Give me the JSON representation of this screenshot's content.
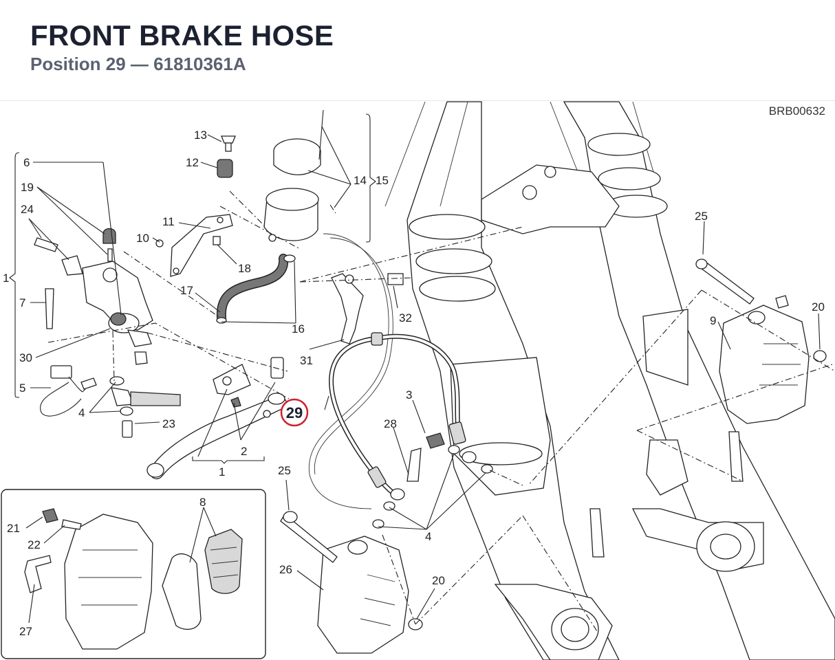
{
  "header": {
    "title": "FRONT BRAKE HOSE",
    "subtitle": "Position 29 — 61810361A"
  },
  "drawing_code": "BRB00632",
  "highlight": {
    "label": "29",
    "color": "#d0202e"
  },
  "callouts": {
    "c1a": "1",
    "c1b": "1",
    "c2": "2",
    "c3": "3",
    "c4a": "4",
    "c4b": "4",
    "c5": "5",
    "c6": "6",
    "c7": "7",
    "c8": "8",
    "c9": "9",
    "c10": "10",
    "c11": "11",
    "c12": "12",
    "c13": "13",
    "c14": "14",
    "c15": "15",
    "c16": "16",
    "c17": "17",
    "c18": "18",
    "c19": "19",
    "c20a": "20",
    "c20b": "20",
    "c21": "21",
    "c22": "22",
    "c23": "23",
    "c24": "24",
    "c25a": "25",
    "c25b": "25",
    "c26": "26",
    "c27": "27",
    "c28": "28",
    "c30": "30",
    "c31": "31",
    "c32": "32"
  }
}
